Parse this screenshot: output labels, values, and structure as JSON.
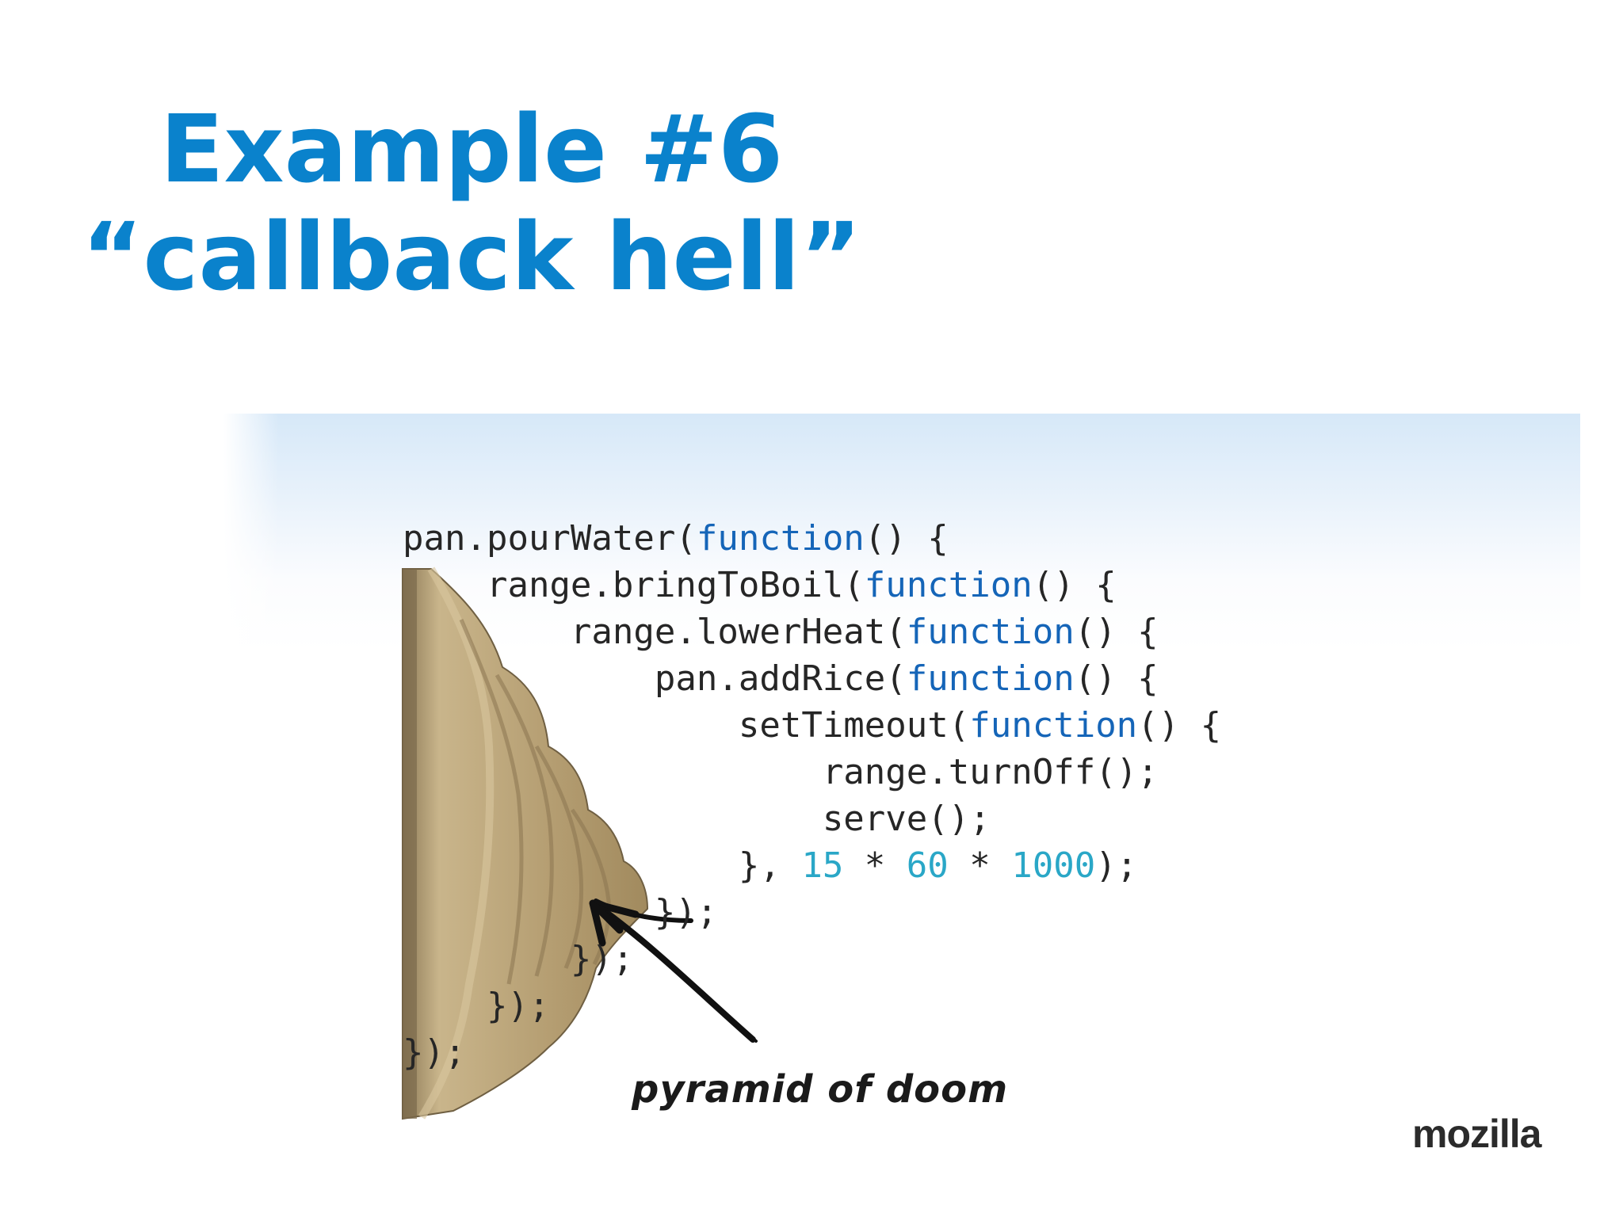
{
  "slide": {
    "title_line1": "Example #6",
    "title_line2": "“callback hell”"
  },
  "figure": {
    "code_lines": [
      {
        "indent": "",
        "segments": [
          {
            "t": "pan.pourWater("
          },
          {
            "t": "function",
            "k": "kw"
          },
          {
            "t": "() {"
          }
        ]
      },
      {
        "indent": "    ",
        "segments": [
          {
            "t": "range.bringToBoil("
          },
          {
            "t": "function",
            "k": "kw"
          },
          {
            "t": "() {"
          }
        ]
      },
      {
        "indent": "        ",
        "segments": [
          {
            "t": "range.lowerHeat("
          },
          {
            "t": "function",
            "k": "kw"
          },
          {
            "t": "() {"
          }
        ]
      },
      {
        "indent": "            ",
        "segments": [
          {
            "t": "pan.addRice("
          },
          {
            "t": "function",
            "k": "kw"
          },
          {
            "t": "() {"
          }
        ]
      },
      {
        "indent": "                ",
        "segments": [
          {
            "t": "setTimeout("
          },
          {
            "t": "function",
            "k": "kw"
          },
          {
            "t": "() {"
          }
        ]
      },
      {
        "indent": "                    ",
        "segments": [
          {
            "t": "range.turnOff();"
          }
        ]
      },
      {
        "indent": "                    ",
        "segments": [
          {
            "t": "serve();"
          }
        ]
      },
      {
        "indent": "                ",
        "segments": [
          {
            "t": "}, "
          },
          {
            "t": "15",
            "k": "num"
          },
          {
            "t": " * "
          },
          {
            "t": "60",
            "k": "num"
          },
          {
            "t": " * "
          },
          {
            "t": "1000",
            "k": "num"
          },
          {
            "t": ");"
          }
        ]
      },
      {
        "indent": "            ",
        "segments": [
          {
            "t": "});"
          }
        ]
      },
      {
        "indent": "        ",
        "segments": [
          {
            "t": "});"
          }
        ]
      },
      {
        "indent": "    ",
        "segments": [
          {
            "t": "});"
          }
        ]
      },
      {
        "indent": "",
        "segments": [
          {
            "t": "});"
          }
        ]
      }
    ],
    "annotation": "pyramid of doom",
    "logo_text": "mozilla",
    "pyramid_icon": "stepped-pyramid-photo",
    "arrow_icon": "hand-drawn-arrow-icon"
  },
  "colors": {
    "title": "#0a82cc",
    "keyword": "#1565b8",
    "number": "#2aa7c7",
    "code_text": "#262626",
    "pyramid_stone": "#b59e72"
  }
}
